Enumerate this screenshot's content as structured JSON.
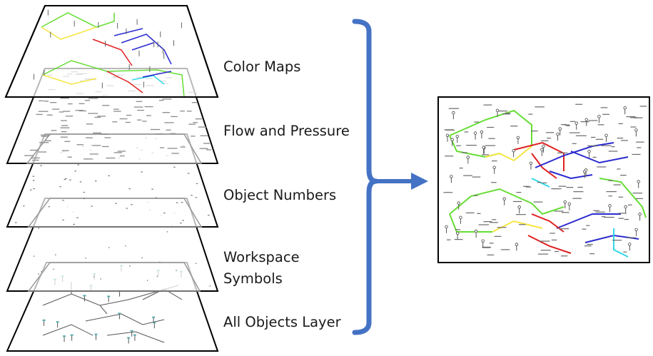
{
  "layers": [
    {
      "id": "color-maps",
      "label": "Color Maps"
    },
    {
      "id": "flow-and-pressure",
      "label": "Flow and Pressure"
    },
    {
      "id": "object-numbers",
      "label": "Object Numbers"
    },
    {
      "id": "workspace-symbols",
      "label_lines": [
        "Workspace",
        "Symbols"
      ]
    },
    {
      "id": "all-objects",
      "label": "All Objects Layer"
    }
  ],
  "colors": {
    "bracket": "#4472c4",
    "arrow": "#4472c4",
    "pipe_green": "#66dd33",
    "pipe_yellow": "#f5e642",
    "pipe_red": "#e02020",
    "pipe_blue": "#2a2ad0",
    "pipe_cyan": "#33d6e8",
    "pipe_black": "#555555"
  }
}
